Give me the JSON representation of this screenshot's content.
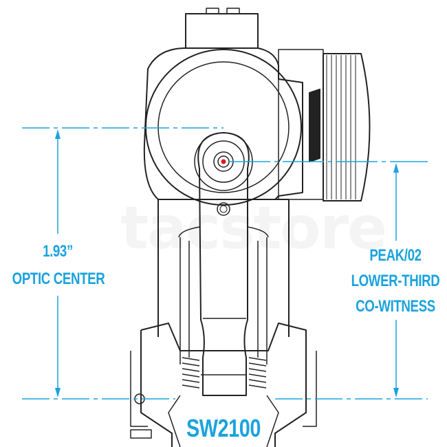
{
  "diagram": {
    "watermark": "tacstore",
    "left_dimension": {
      "value": "1.93”",
      "label": "OPTIC CENTER"
    },
    "right_dimension": {
      "lines": [
        "PEAK/02",
        "LOWER-THIRD",
        "CO-WITNESS"
      ]
    },
    "model": "SW2100",
    "colors": {
      "dimension": "#1aa3de",
      "line": "#222222",
      "reticle": "#e8141e"
    }
  }
}
